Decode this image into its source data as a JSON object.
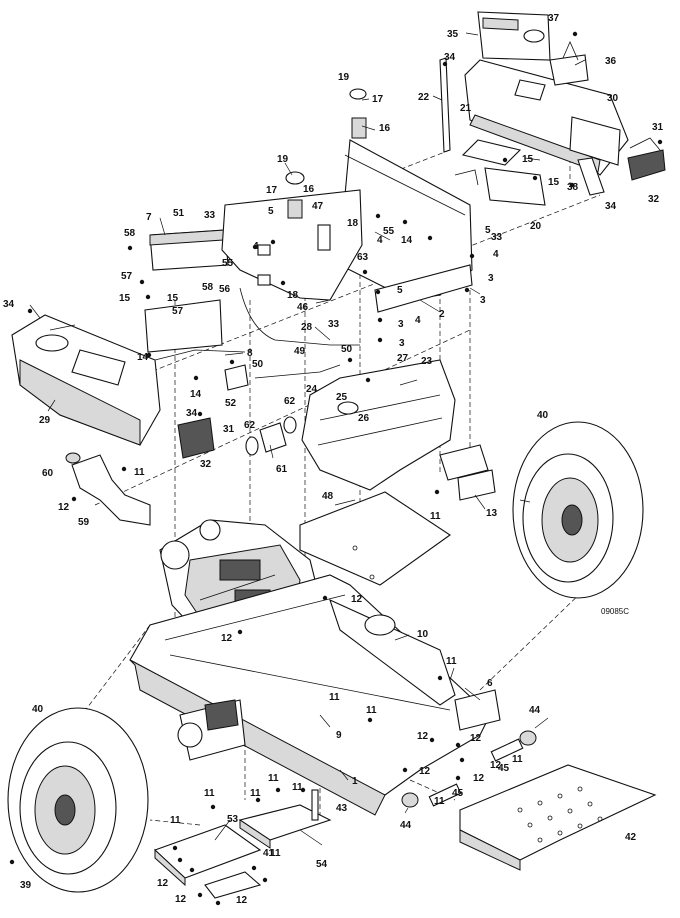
{
  "diagram": {
    "drawing_code": "09085C",
    "callouts": [
      "1",
      "2",
      "3",
      "4",
      "5",
      "6",
      "7",
      "8",
      "9",
      "10",
      "11",
      "12",
      "13",
      "14",
      "15",
      "16",
      "17",
      "18",
      "19",
      "20",
      "21",
      "22",
      "23",
      "24",
      "25",
      "26",
      "27",
      "28",
      "29",
      "30",
      "31",
      "32",
      "33",
      "34",
      "35",
      "36",
      "37",
      "38",
      "39",
      "40",
      "41",
      "42",
      "43",
      "44",
      "45",
      "46",
      "47",
      "48",
      "49",
      "50",
      "51",
      "52",
      "53",
      "54",
      "55",
      "56",
      "57",
      "58",
      "59",
      "60",
      "61",
      "62",
      "63"
    ]
  }
}
